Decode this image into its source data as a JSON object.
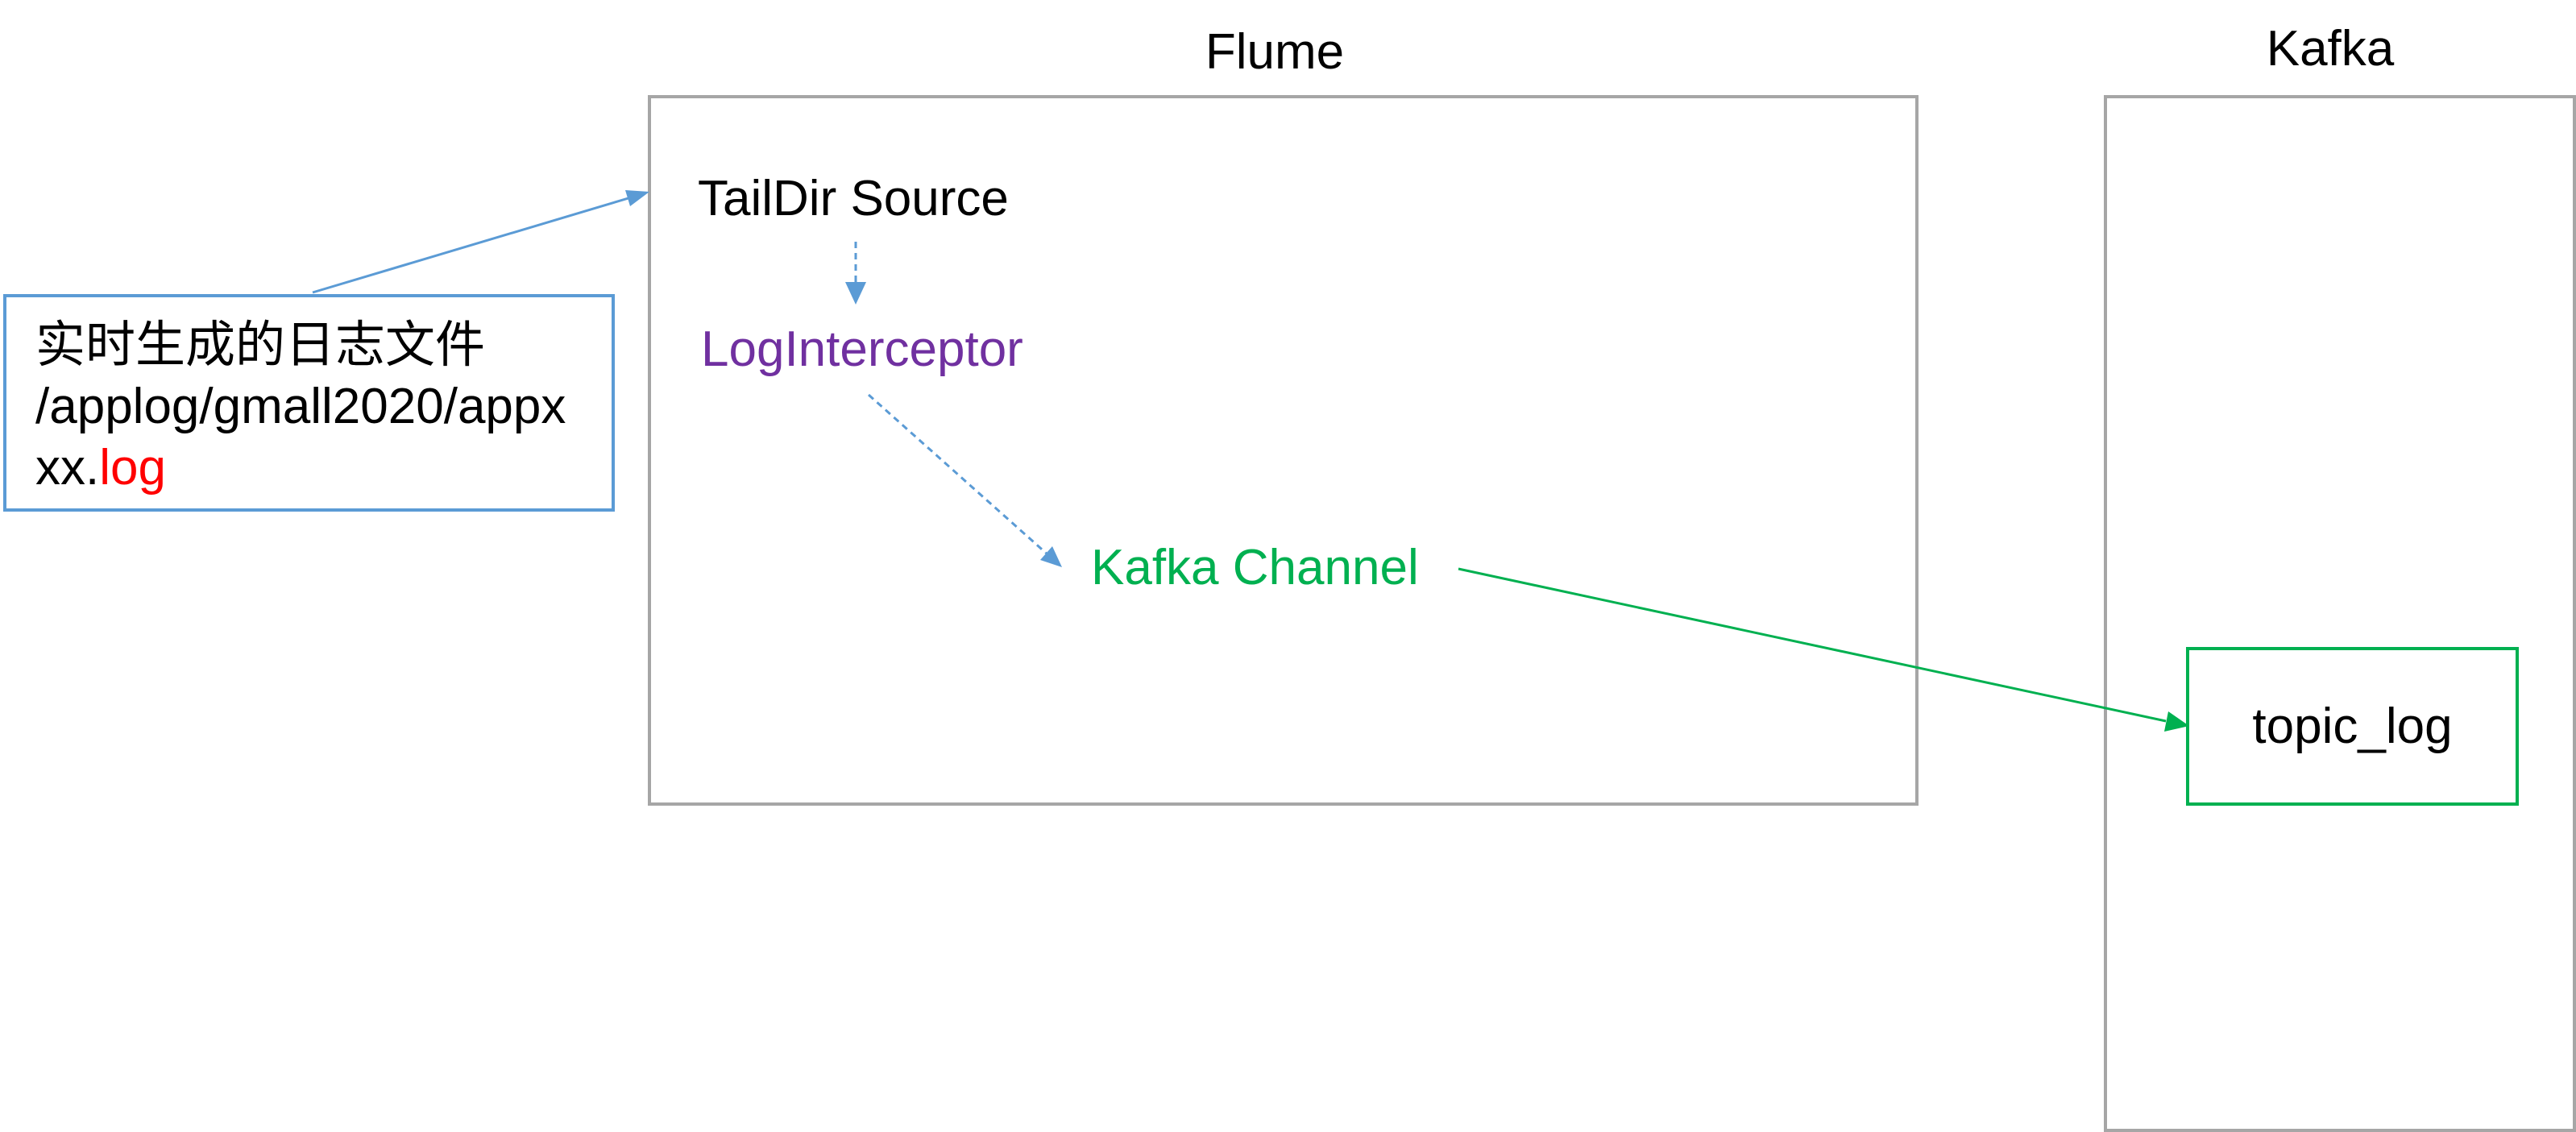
{
  "groups": {
    "flume": {
      "title": "Flume"
    },
    "kafka": {
      "title": "Kafka"
    }
  },
  "nodes": {
    "log_file": {
      "line1": "实时生成的日志文件",
      "line2": "/applog/gmall2020/appx",
      "line3_prefix": "xx.",
      "line3_ext": "log"
    },
    "taildir_source": {
      "label": "TailDir Source"
    },
    "log_interceptor": {
      "label": "LogInterceptor"
    },
    "kafka_channel": {
      "label": "Kafka Channel"
    },
    "topic_log": {
      "label": "topic_log"
    }
  },
  "colors": {
    "group_border": "#a6a6a6",
    "log_box_border": "#5b9bd5",
    "arrow_blue": "#5b9bd5",
    "interceptor_text": "#7030a0",
    "channel_green": "#00b050",
    "log_ext_red": "#ff0000",
    "text": "#000000"
  },
  "edges": [
    {
      "from": "log_file",
      "to": "flume",
      "style": "solid",
      "color": "blue"
    },
    {
      "from": "taildir_source",
      "to": "log_interceptor",
      "style": "dashed",
      "color": "blue"
    },
    {
      "from": "log_interceptor",
      "to": "kafka_channel",
      "style": "dashed",
      "color": "blue"
    },
    {
      "from": "kafka_channel",
      "to": "topic_log",
      "style": "solid",
      "color": "green"
    }
  ]
}
